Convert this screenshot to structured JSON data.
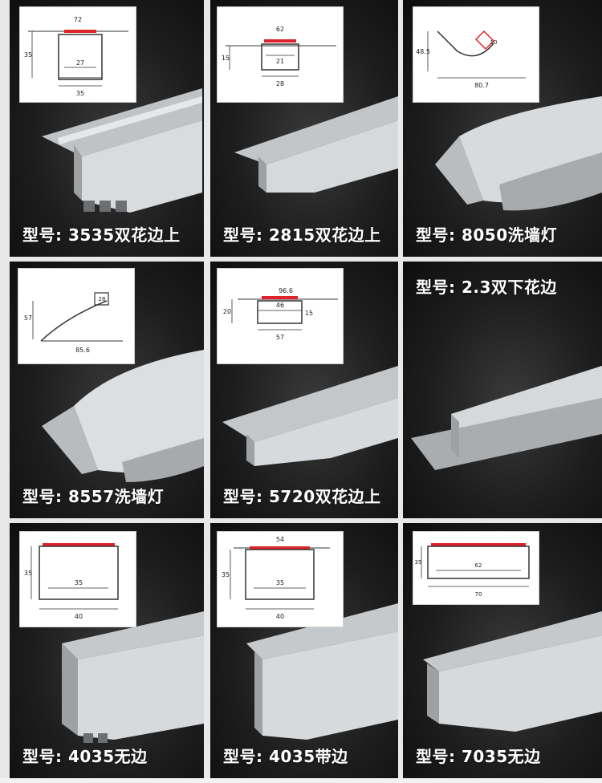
{
  "colors": {
    "background": "#111111",
    "label_text": "#ffffff",
    "diffuser_red": "#e0232b",
    "dimension_line": "#333333"
  },
  "products": [
    {
      "label": "型号: 3535双花边上",
      "dims": [
        "72",
        "35",
        "27",
        "35"
      ]
    },
    {
      "label": "型号: 2815双花边上",
      "dims": [
        "62",
        "15",
        "21",
        "28"
      ]
    },
    {
      "label": "型号: 8050洗墙灯",
      "dims": [
        "48.5",
        "10",
        "80.7"
      ]
    },
    {
      "label": "型号: 8557洗墙灯",
      "dims": [
        "57",
        "28",
        "85.6"
      ]
    },
    {
      "label": "型号: 5720双花边上",
      "dims": [
        "96.6",
        "20",
        "46",
        "15",
        "57"
      ]
    },
    {
      "label": "型号: 2.3双下花边",
      "dims": []
    },
    {
      "label": "型号: 4035无边",
      "dims": [
        "35",
        "35",
        "40"
      ]
    },
    {
      "label": "型号: 4035带边",
      "dims": [
        "54",
        "35",
        "35",
        "40"
      ]
    },
    {
      "label": "型号: 7035无边",
      "dims": [
        "35",
        "62",
        "70"
      ]
    }
  ]
}
